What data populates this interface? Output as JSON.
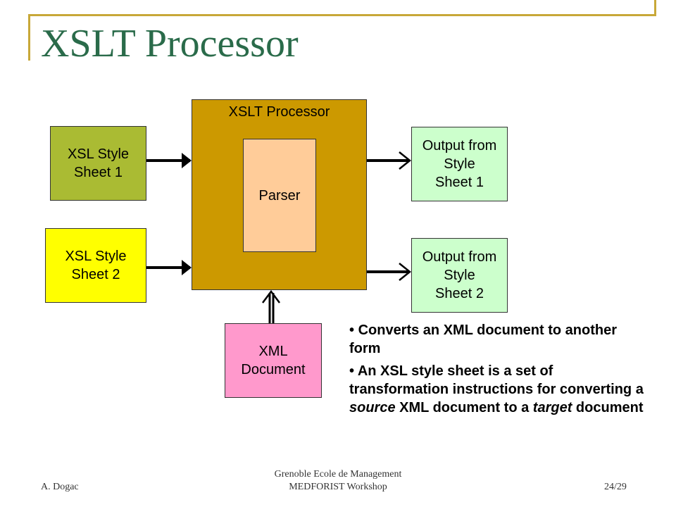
{
  "slide": {
    "title": "XSLT Processor"
  },
  "diagram": {
    "processor_label": "XSLT Processor",
    "parser_label": "Parser",
    "xsl1_lines": [
      "XSL Style",
      "Sheet 1"
    ],
    "xsl2_lines": [
      "XSL Style",
      "Sheet 2"
    ],
    "out1_lines": [
      "Output from",
      "Style",
      "Sheet 1"
    ],
    "out2_lines": [
      "Output from",
      "Style",
      "Sheet 2"
    ],
    "xml_lines": [
      "XML",
      "Document"
    ]
  },
  "bullets": {
    "b1": "Converts an XML document to another form",
    "b2_a": "An XSL style sheet is a set of transformation instructions for converting a ",
    "b2_em1": "source",
    "b2_b": " XML document to a ",
    "b2_em2": "target",
    "b2_c": " document"
  },
  "footer": {
    "author": "A. Dogac",
    "center_line1": "Grenoble Ecole de Management",
    "center_line2": "MEDFORIST Workshop",
    "page": "24/29"
  },
  "colors": {
    "title": "#2a6b4a",
    "frame": "#c8a838",
    "processor": "#cc9900",
    "parser": "#ffcc99",
    "xsl1": "#aabb33",
    "xsl2": "#ffff00",
    "output": "#ccffcc",
    "xml": "#ff99cc"
  }
}
